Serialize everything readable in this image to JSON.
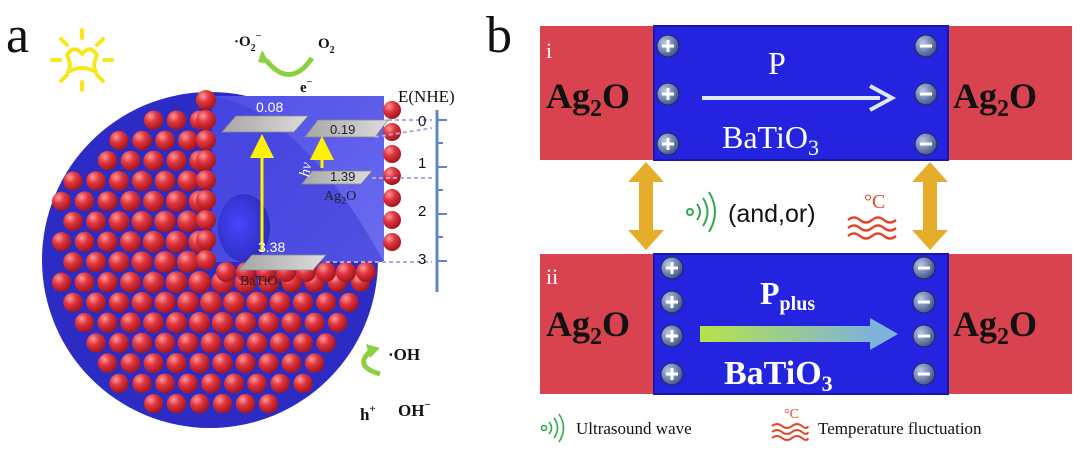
{
  "panel_a": {
    "label": "a",
    "axis": {
      "title": "E(NHE)",
      "ticks": [
        "0",
        "1",
        "2",
        "3"
      ]
    },
    "batio3": {
      "cb_value": "0.08",
      "vb_value": "3.38",
      "name": "BaTiO",
      "sub": "3"
    },
    "ag2o": {
      "cb_value": "0.19",
      "vb_value": "1.39",
      "name_pre": "Ag",
      "name_sub": "2",
      "name_post": "O"
    },
    "hv": "hv",
    "superoxide": {
      "pre": "·O",
      "sub": "2",
      "sup": "−"
    },
    "o2": {
      "pre": "O",
      "sub": "2"
    },
    "electron": {
      "pre": "e",
      "sup": "−"
    },
    "hydroxyl_radical": "·OH",
    "hole": {
      "pre": "h",
      "sup": "+"
    },
    "hydroxide": {
      "pre": "OH",
      "sup": "−"
    },
    "colors": {
      "sphere": "#d8323c",
      "core": "#3a3ae0",
      "arrow": "#fff200",
      "axis": "#5f86c6"
    }
  },
  "panel_b": {
    "label": "b",
    "state_i": {
      "numeral": "i",
      "pole": "P",
      "mat_pre": "BaTiO",
      "mat_sub": "3"
    },
    "state_ii": {
      "numeral": "ii",
      "pole_pre": "P",
      "pole_sub": "plus",
      "mat_pre": "BaTiO",
      "mat_sub": "3"
    },
    "ag2o": {
      "pre": "Ag",
      "sub": "2",
      "post": "O"
    },
    "middle_text": "(and,or)",
    "degree_c": "°C",
    "legend": {
      "ultrasound": "Ultrasound wave",
      "temperature": "Temperature fluctuation"
    },
    "colors": {
      "ag2o_box": "#d8434f",
      "batio3_box": "#2323e0",
      "connector": "#e5ad2a",
      "wave_green": "#2fa84f",
      "heat_red": "#e4472b"
    }
  }
}
